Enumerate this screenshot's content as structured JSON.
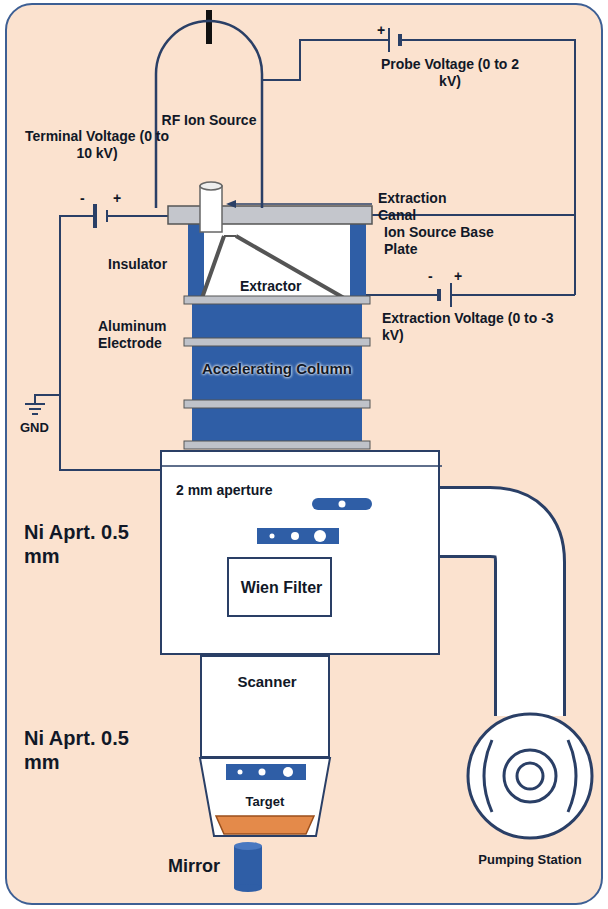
{
  "diagram": {
    "nodes": [
      {
        "text": [
          "RF Ion Source"
        ]
      },
      {
        "text": [
          "Accelerating Column"
        ]
      },
      {
        "text": [
          "2 mm aperture"
        ]
      },
      {
        "text": [
          "Wien Filter"
        ],
        "in": 2
      },
      {
        "text": [
          "Scanner"
        ]
      },
      {
        "text": [
          "Pumping Station"
        ]
      }
    ],
    "edges": [
      {
        "from": 2,
        "to": 5,
        "arrow": "none"
      }
    ],
    "labels": [
      "+",
      "Probe Voltage (0 to 2 kV)",
      "Terminal Voltage (0 to 10 kV)",
      "-",
      "+",
      "Extraction Canal",
      "Ion Source Base Plate",
      "Insulator",
      "Extractor",
      "-",
      "+",
      "Extraction Voltage (0 to -3 kV)",
      "Aluminum Electrode",
      "GND",
      "Ni Aprt. 0.5 mm",
      "Ni Aprt. 0.5 mm",
      "Target",
      "Mirror"
    ]
  }
}
